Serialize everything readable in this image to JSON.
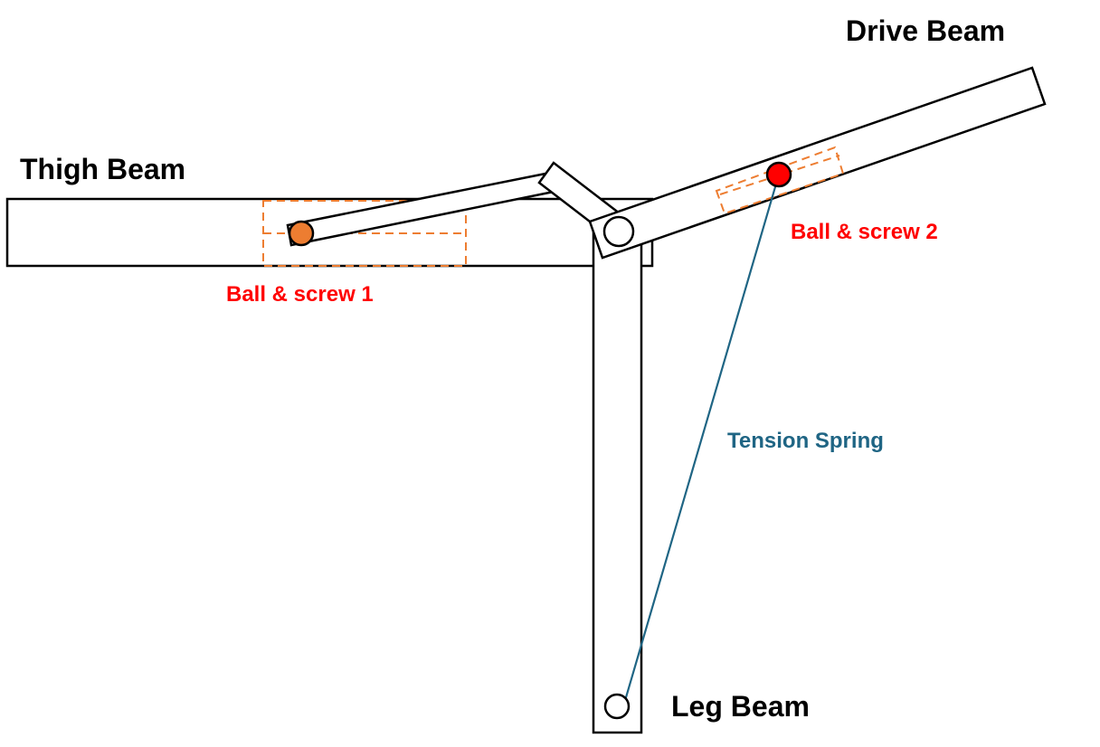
{
  "labels": {
    "thigh_beam": "Thigh Beam",
    "drive_beam": "Drive Beam",
    "leg_beam": "Leg Beam",
    "ball_screw_1": "Ball & screw 1",
    "ball_screw_2": "Ball & screw 2",
    "tension_spring": "Tension Spring"
  },
  "colors": {
    "beam_stroke": "#000000",
    "beam_fill": "#ffffff",
    "screw_dash": "#ed7d31",
    "ball_1_fill": "#ed7d31",
    "ball_2_fill": "#ff0000",
    "spring": "#1f6584",
    "callout_red": "#ff0000",
    "spring_label": "#1f6584"
  }
}
